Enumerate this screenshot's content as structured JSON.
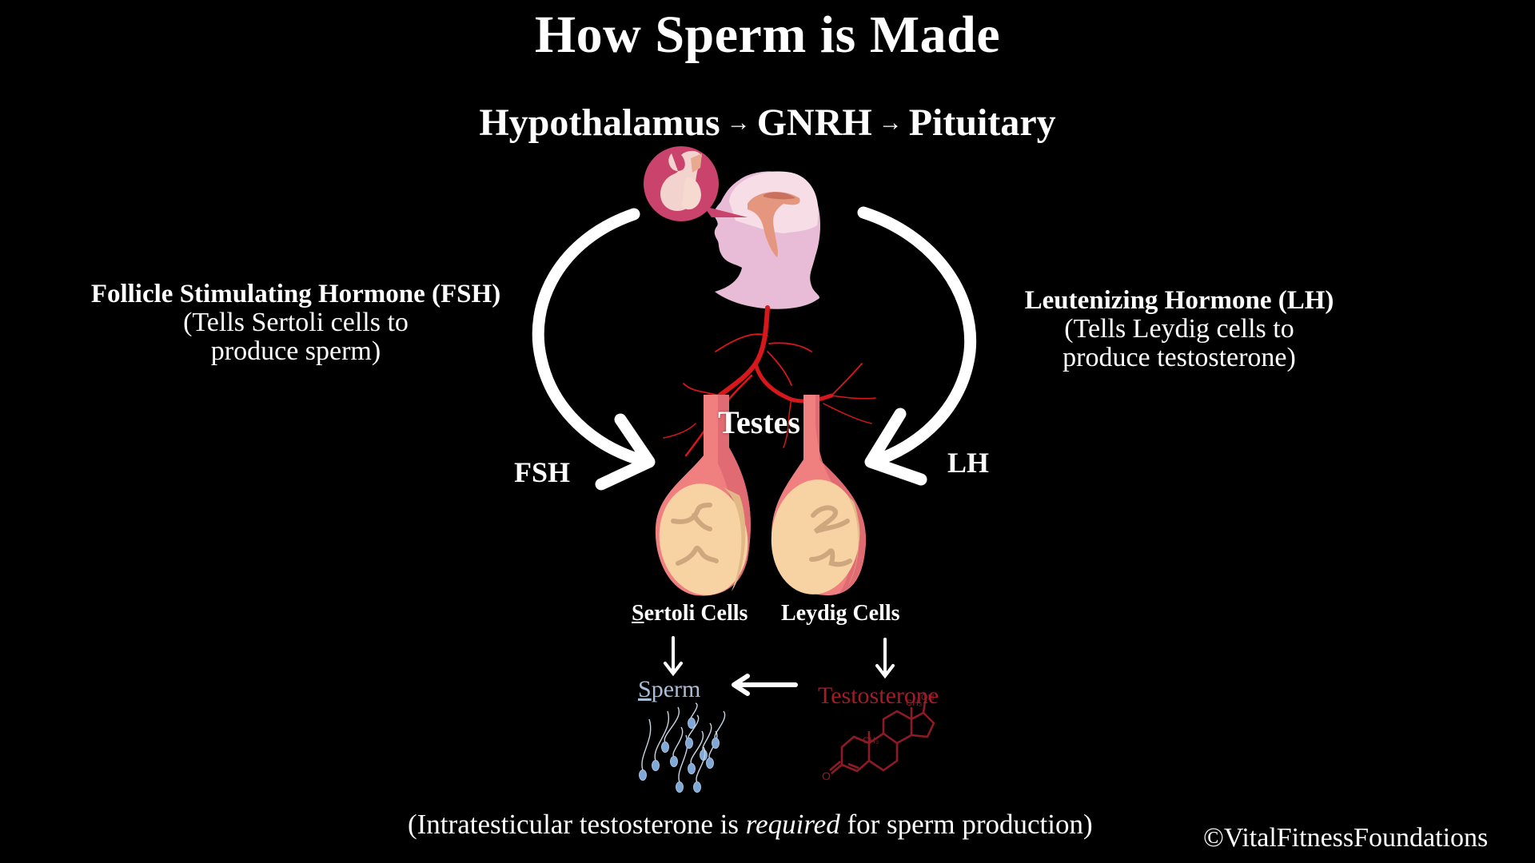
{
  "title": "How Sperm is Made",
  "pathway": {
    "step1": "Hypothalamus",
    "arrow": "→",
    "step2": "GNRH",
    "step3": "Pituitary"
  },
  "fsh": {
    "name": "Follicle Stimulating Hormone (FSH)",
    "desc_line1": "(Tells Sertoli cells to",
    "desc_line2": "produce sperm)",
    "short": "FSH"
  },
  "lh": {
    "name": "Leutenizing Hormone (LH)",
    "desc_line1": "(Tells Leydig cells to",
    "desc_line2": "produce testosterone)",
    "short": "LH"
  },
  "testes_label": "Testes",
  "cells": {
    "sertoli_first": "S",
    "sertoli_rest": "ertoli Cells",
    "leydig": "Leydig Cells"
  },
  "outputs": {
    "sperm_first": "S",
    "sperm_rest": "perm",
    "testosterone": "Testosterone",
    "molecule_labels": {
      "ch3_top": "CH₃",
      "oh": "OH",
      "ch3_mid": "CH₃",
      "o": "O"
    }
  },
  "footnote": {
    "before": "(Intratesticular testosterone is ",
    "emphasis": "required",
    "after": " for sperm production)"
  },
  "copyright": "©VitalFitnessFoundations",
  "icons": {
    "pituitary_zoom": "pituitary-gland-icon",
    "head": "human-head-brain-icon",
    "vessels": "blood-vessels-icon",
    "testes": "testes-icon",
    "sperm": "sperm-cells-icon",
    "molecule": "testosterone-molecule-icon"
  },
  "colors": {
    "background": "#000000",
    "text": "#ffffff",
    "sperm": "#a9bdd9",
    "testosterone": "#a31c28",
    "vessel": "#d8171c",
    "head": "#e8bcd6",
    "pituitary_circle": "#c9436c",
    "scrotum": "#f08080",
    "testis": "#f7d3a4"
  }
}
